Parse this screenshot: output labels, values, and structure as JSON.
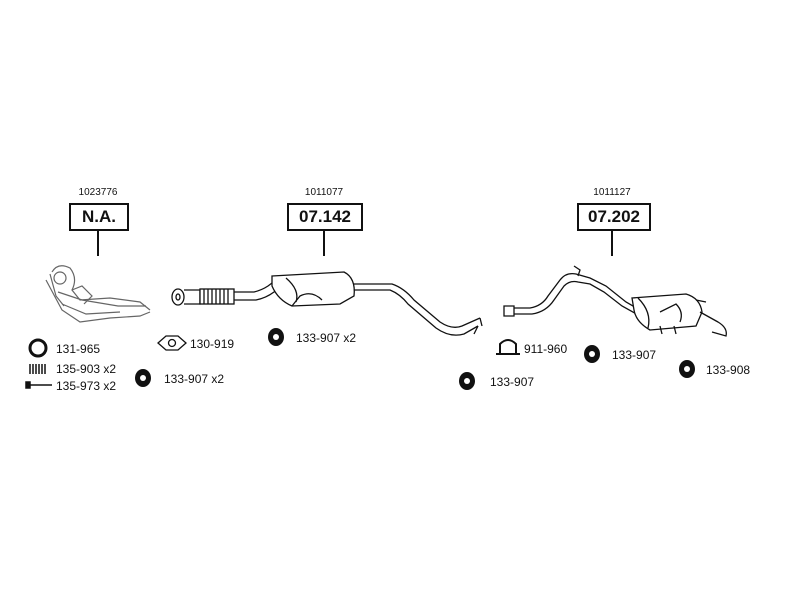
{
  "sections": [
    {
      "part_number": "1023776",
      "code": "N.A."
    },
    {
      "part_number": "1011077",
      "code": "07.142"
    },
    {
      "part_number": "1011127",
      "code": "07.202"
    }
  ],
  "parts": [
    {
      "label": "131-965",
      "icon": "ring-gasket-icon"
    },
    {
      "label": "135-903 x2",
      "icon": "spring-icon"
    },
    {
      "label": "135-973 x2",
      "icon": "bolt-icon"
    },
    {
      "label": "130-919",
      "icon": "flange-gasket-icon"
    },
    {
      "label": "133-907 x2",
      "icon": "rubber-hanger-icon"
    },
    {
      "label": "133-907 x2",
      "icon": "rubber-hanger-icon"
    },
    {
      "label": "911-960",
      "icon": "clamp-icon"
    },
    {
      "label": "133-907",
      "icon": "rubber-hanger-icon"
    },
    {
      "label": "133-907",
      "icon": "rubber-hanger-icon"
    },
    {
      "label": "133-908",
      "icon": "rubber-hanger-icon"
    }
  ]
}
